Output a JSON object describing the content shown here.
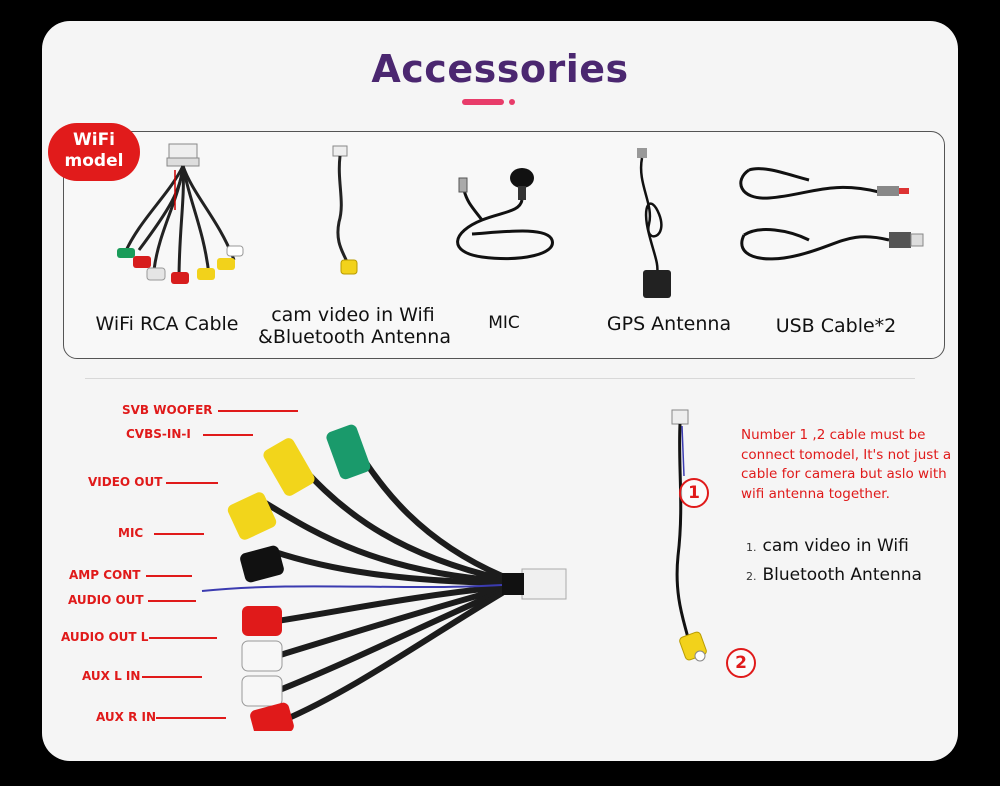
{
  "header": {
    "title": "Accessories"
  },
  "badge": {
    "line1": "WiFi",
    "line2": "model"
  },
  "accessories": [
    {
      "label": "WiFi RCA Cable",
      "icon": "rca-harness-icon"
    },
    {
      "label_line1": "cam video in Wifi",
      "label_line2": "&Bluetooth Antenna",
      "icon": "camera-cable-icon"
    },
    {
      "label": "MIC",
      "icon": "microphone-icon"
    },
    {
      "label": "GPS Antenna",
      "icon": "gps-antenna-icon"
    },
    {
      "label": "USB Cable*2",
      "icon": "usb-cable-icon"
    }
  ],
  "harness_labels": [
    "SVB WOOFER",
    "CVBS-IN-I",
    "VIDEO OUT",
    "MIC",
    "AMP CONT",
    "AUDIO OUT",
    "AUDIO OUT L",
    "AUX L IN",
    "AUX R IN"
  ],
  "note": "Number 1 ,2 cable must be connect tomodel, It's not just a cable for camera but aslo with wifi antenna together.",
  "legend": [
    {
      "num": "1.",
      "text": "cam video in Wifi"
    },
    {
      "num": "2.",
      "text": "Bluetooth Antenna"
    }
  ],
  "markers": [
    "1",
    "2"
  ],
  "colors": {
    "title": "#4b2770",
    "accent": "#e83c6a",
    "badge": "#e11b1b",
    "label_red": "#e01a1a"
  }
}
